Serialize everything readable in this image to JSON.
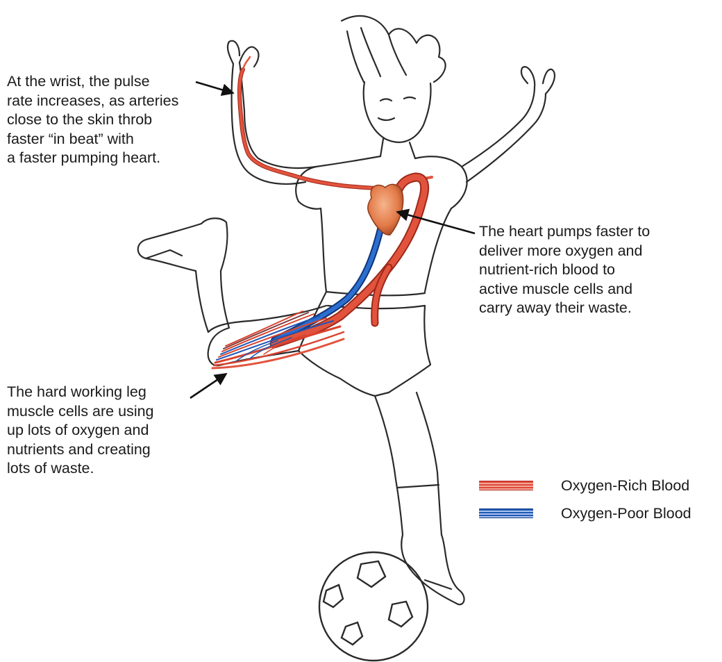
{
  "captions": {
    "wrist": [
      "At the wrist, the pulse",
      "rate increases, as arteries",
      "close to the skin throb",
      "faster “in beat” with",
      "a faster pumping heart."
    ],
    "heart": [
      "The heart pumps faster to",
      "deliver more oxygen and",
      "nutrient-rich blood to",
      "active muscle cells and",
      "carry away their waste."
    ],
    "leg": [
      "The hard working leg",
      "muscle cells are using",
      "up lots of oxygen and",
      "nutrients and creating",
      "lots of waste."
    ]
  },
  "legend": {
    "rich": {
      "label": "Oxygen-Rich Blood",
      "color": "#e0483a"
    },
    "poor": {
      "label": "Oxygen-Poor Blood",
      "color": "#1f56b3"
    }
  },
  "colors": {
    "outline": "#2a2a2a",
    "artery": "#d9432f",
    "vein": "#1f56b3",
    "heart": "#e88a5a"
  }
}
